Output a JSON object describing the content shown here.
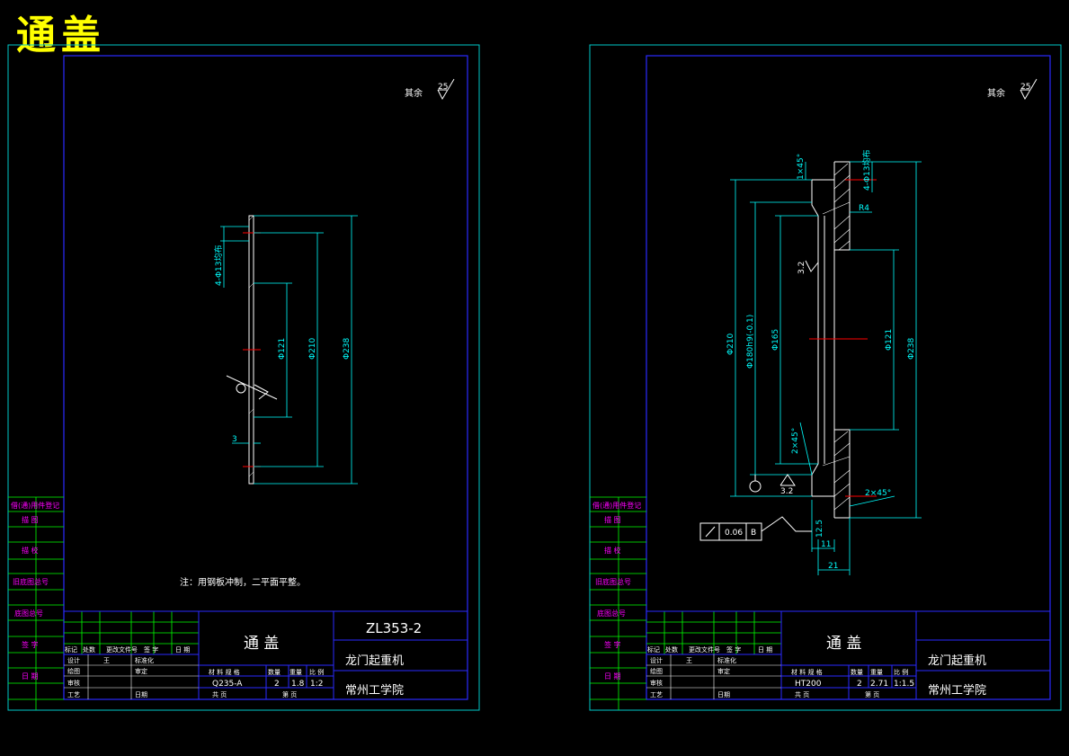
{
  "page_title": "通盖",
  "rough_note": "其余",
  "surface_mark": "25",
  "surface_mark_inner": "3.2",
  "left_sheet": {
    "dims": {
      "d_holes": "4-Φ13均布",
      "d121": "Φ121",
      "d210": "Φ210",
      "d238": "Φ238",
      "thick": "3"
    },
    "note": "注：用钢板冲制，二平面平整。",
    "title_block": {
      "part_name": "通 盖",
      "drawing_no": "ZL353-2",
      "machine": "龙门起重机",
      "school": "常州工学院",
      "material": "Q235-A",
      "qty": "2",
      "weight": "1.8",
      "scale": "1:2",
      "mat_header": "材 料 规 格",
      "qty_header": "数量",
      "weight_header": "重量",
      "scale_header": "比 例",
      "total_sheets": "共  页",
      "sheet_no": "第  页",
      "rev_headers": [
        "标记",
        "处数",
        "更改文件号",
        "签 字",
        "日 期"
      ],
      "roles": [
        "设计",
        "绘图",
        "审核",
        "工艺"
      ],
      "role_extras": [
        "王",
        "标准化",
        "审定",
        "日期"
      ]
    },
    "side_strip": [
      "借(通)用件登记",
      "描 图",
      "描 校",
      "旧底图总号",
      "底图总号",
      "签 字",
      "日 期"
    ]
  },
  "right_sheet": {
    "dims": {
      "d_holes": "4-Φ13均布",
      "chamfer1": "1×45°",
      "r4": "R4",
      "d210": "Φ210",
      "d180": "Φ180h9(-0.1)",
      "d165": "Φ165",
      "d121": "Φ121",
      "d238": "Φ238",
      "chamfer2": "2×45°",
      "chamfer3": "2×45°",
      "d11": "11",
      "d21": "21",
      "d125": "12.5",
      "tol": "0.06",
      "datum": "B"
    },
    "title_block": {
      "part_name": "通 盖",
      "machine": "龙门起重机",
      "school": "常州工学院",
      "material": "HT200",
      "qty": "2",
      "weight": "2.71",
      "scale": "1:1.5",
      "mat_header": "材 料 规 格",
      "qty_header": "数量",
      "weight_header": "重量",
      "scale_header": "比 例",
      "total_sheets": "共  页",
      "sheet_no": "第  页",
      "rev_headers": [
        "标记",
        "处数",
        "更改文件号",
        "签 字",
        "日 期"
      ],
      "roles": [
        "设计",
        "绘图",
        "审核",
        "工艺"
      ],
      "role_extras": [
        "王",
        "标准化",
        "审定",
        "日期"
      ]
    },
    "side_strip": [
      "借(通)用件登记",
      "描 图",
      "描 校",
      "旧底图总号",
      "底图总号",
      "签 字",
      "日 期"
    ]
  },
  "colors": {
    "frame": "#00c8c8",
    "border_blue": "#2a2aff",
    "part": "#ffffff",
    "dim": "#00ffff",
    "center": "#ff0000",
    "strip_text": "#ff00ff",
    "grid_green": "#00ff00",
    "heading": "#ffff00"
  }
}
